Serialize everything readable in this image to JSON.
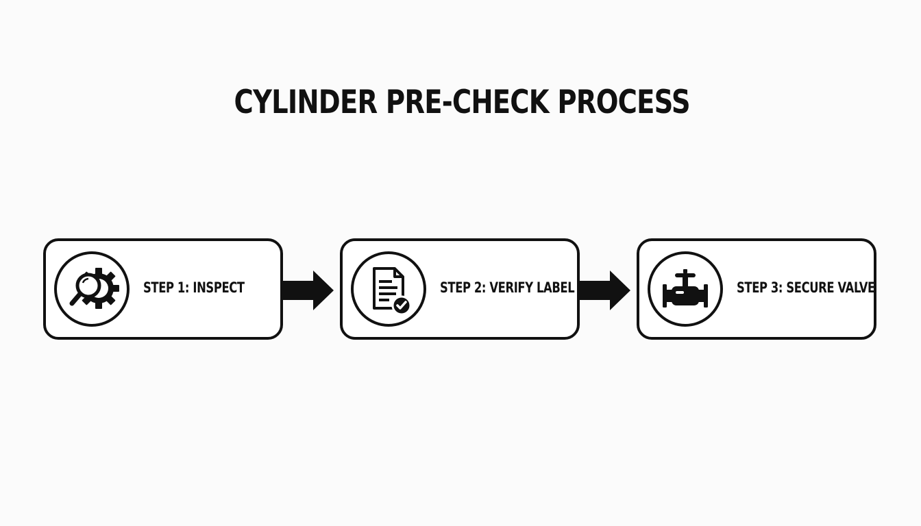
{
  "title": "CYLINDER PRE-CHECK PROCESS",
  "steps": [
    {
      "label": "STEP 1: INSPECT",
      "icon": "magnifier-gear-icon"
    },
    {
      "label": "STEP 2: VERIFY LABEL",
      "icon": "document-check-icon"
    },
    {
      "label": "STEP 3: SECURE VALVE",
      "icon": "valve-icon"
    }
  ],
  "colors": {
    "stroke": "#111111",
    "background": "#fbfbfb"
  }
}
